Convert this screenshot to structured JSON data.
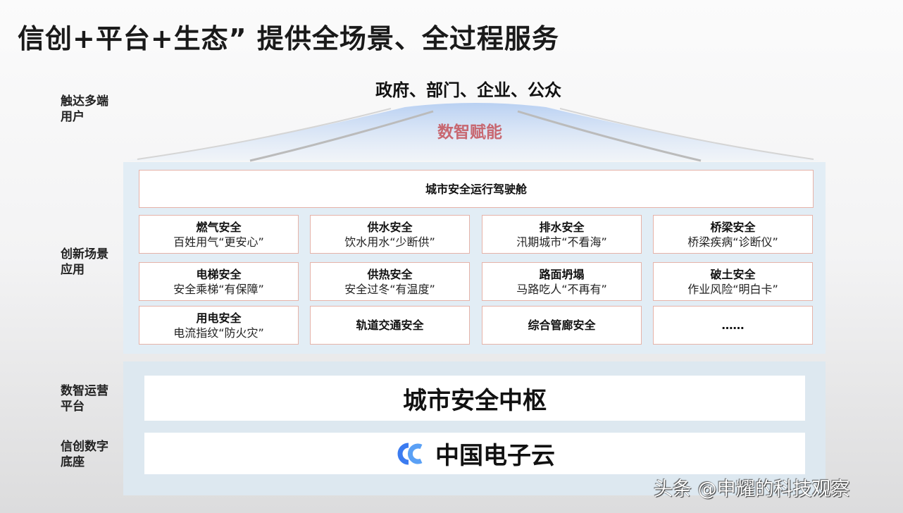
{
  "title": "信创+平台+生态” 提供全场景、全过程服务",
  "side_labels": {
    "reach": "触达多端用户",
    "scenes": "创新场景应用",
    "ops": "数智运营平台",
    "base": "信创数字底座"
  },
  "audience": "政府、部门、企业、公众",
  "empower": "数智赋能",
  "cockpit": "城市安全运行驾驶舱",
  "scenes": [
    {
      "title": "燃气安全",
      "sub": "百姓用气“更安心”"
    },
    {
      "title": "供水安全",
      "sub": "饮水用水“少断供”"
    },
    {
      "title": "排水安全",
      "sub": "汛期城市“不看海”"
    },
    {
      "title": "桥梁安全",
      "sub": "桥梁疾病“诊断仪”"
    },
    {
      "title": "电梯安全",
      "sub": "安全乘梯“有保障”"
    },
    {
      "title": "供热安全",
      "sub": "安全过冬“有温度”"
    },
    {
      "title": "路面坍塌",
      "sub": "马路吃人“不再有”"
    },
    {
      "title": "破土安全",
      "sub": "作业风险“明白卡”"
    },
    {
      "title": "用电安全",
      "sub": "电流指纹“防火灾”"
    },
    {
      "title": "轨道交通安全",
      "sub": ""
    },
    {
      "title": "综合管廊安全",
      "sub": ""
    },
    {
      "title": "……",
      "sub": ""
    }
  ],
  "hub": "城市安全中枢",
  "cloud": "中国电子云",
  "watermark": "头条 @申耀的科技观察",
  "colors": {
    "accent": "#c5525a",
    "panel": "#e2edf5",
    "logo": "#3b7bf0"
  }
}
